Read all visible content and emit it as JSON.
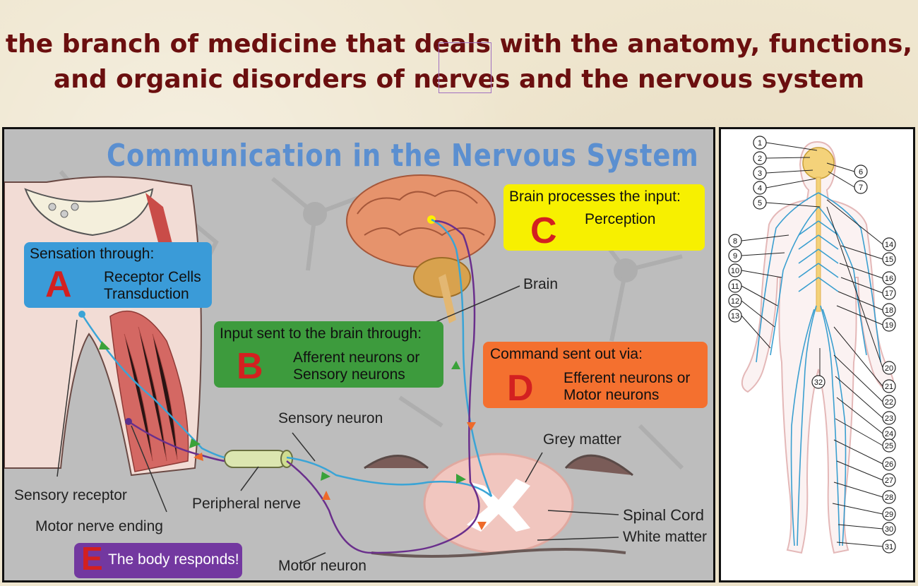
{
  "heading": {
    "line1": "the branch of medicine  that deals with the anatomy, functions,",
    "line2": "and organic disorders of nerves and the nervous system"
  },
  "diagram": {
    "title": "Communication in the Nervous System",
    "callouts": {
      "a": {
        "header": "Sensation through:",
        "letter": "A",
        "line1": "Receptor Cells",
        "line2": "Transduction",
        "color": "#3b9ad6"
      },
      "b": {
        "header": "Input sent to the brain through:",
        "letter": "B",
        "line1": "Afferent neurons or",
        "line2": "Sensory neurons",
        "color": "#3c9a3c"
      },
      "c": {
        "header": "Brain processes the input:",
        "letter": "C",
        "line1": "Perception",
        "color": "#f7f200"
      },
      "d": {
        "header": "Command sent out via:",
        "letter": "D",
        "line1": "Efferent neurons or",
        "line2": "Motor neurons",
        "color": "#f4702f"
      },
      "e": {
        "letter": "E",
        "text": "The body responds!",
        "color": "#7338a0"
      }
    },
    "labels": {
      "brain": "Brain",
      "sensory_neuron": "Sensory neuron",
      "grey_matter": "Grey matter",
      "spinal_cord": "Spinal Cord",
      "white_matter": "White matter",
      "sensory_receptor": "Sensory receptor",
      "peripheral_nerve": "Peripheral nerve",
      "motor_nerve_ending": "Motor nerve ending",
      "motor_neuron": "Motor neuron"
    }
  },
  "body_map": {
    "numbers_left": [
      "1",
      "2",
      "3",
      "4",
      "5",
      "8",
      "9",
      "10",
      "11",
      "12",
      "13"
    ],
    "numbers_right": [
      "6",
      "7",
      "14",
      "15",
      "16",
      "17",
      "18",
      "19",
      "20",
      "21",
      "22",
      "23",
      "24",
      "25",
      "26",
      "27",
      "28",
      "29",
      "30",
      "31"
    ],
    "number_center": "32"
  },
  "colors": {
    "heading": "#6b0f0f",
    "title": "#5b8fd0",
    "nerve": "#3a9fd0"
  }
}
